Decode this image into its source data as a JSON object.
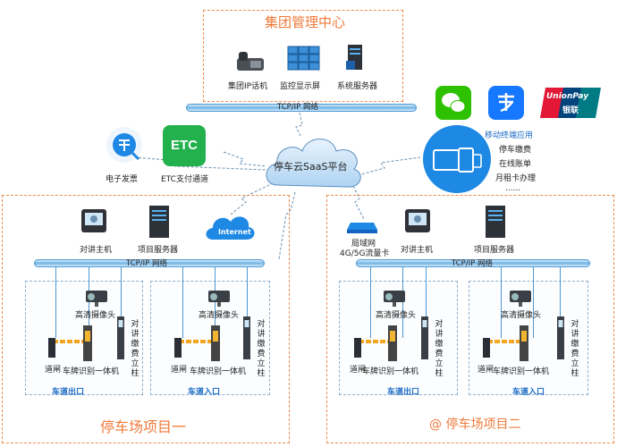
{
  "center": {
    "title": "集团管理中心",
    "devices": [
      "集团IP话机",
      "监控显示屏",
      "系统服务器"
    ]
  },
  "top_bus": "TCP/IP 网络",
  "cloud_label": "停车云SaaS平台",
  "services": {
    "invoice": "电子发票",
    "etc_logo": "ETC",
    "etc": "ETC支付通道",
    "internet": "Internet"
  },
  "payments": {
    "unionpay_line1": "UnionPay",
    "unionpay_line2": "银联",
    "mobile_title": "移动终端应用",
    "mobile_items": [
      "停车缴费",
      "在线账单",
      "月租卡办理",
      "......"
    ]
  },
  "project1": {
    "title": "停车场项目一",
    "intercom": "对讲主机",
    "server": "项目服务器",
    "bus": "TCP/IP 网络",
    "lane_exit": {
      "name": "车道出口",
      "camera": "高清摄像头",
      "gate": "道闸",
      "lpr": "车牌识别一体机",
      "kiosk": "对讲缴费立柱"
    },
    "lane_entry": {
      "name": "车道入口",
      "camera": "高清摄像头",
      "gate": "道闸",
      "lpr": "车牌识别一体机",
      "kiosk": "对讲缴费立柱"
    }
  },
  "project2": {
    "network": "局域网",
    "network_card": "4G/5G流量卡",
    "intercom": "对讲主机",
    "server": "项目服务器",
    "bus": "TCP/IP 网络",
    "lane_exit": {
      "name": "车道出口",
      "camera": "高清摄像头",
      "gate": "道闸",
      "lpr": "车牌识别一体机",
      "kiosk": "对讲缴费立柱"
    },
    "lane_entry": {
      "name": "车道入口",
      "camera": "高清摄像头",
      "gate": "道闸",
      "lpr": "车牌识别一体机",
      "kiosk": "对讲缴费立柱"
    }
  },
  "watermark": "@ 停车场项目二"
}
